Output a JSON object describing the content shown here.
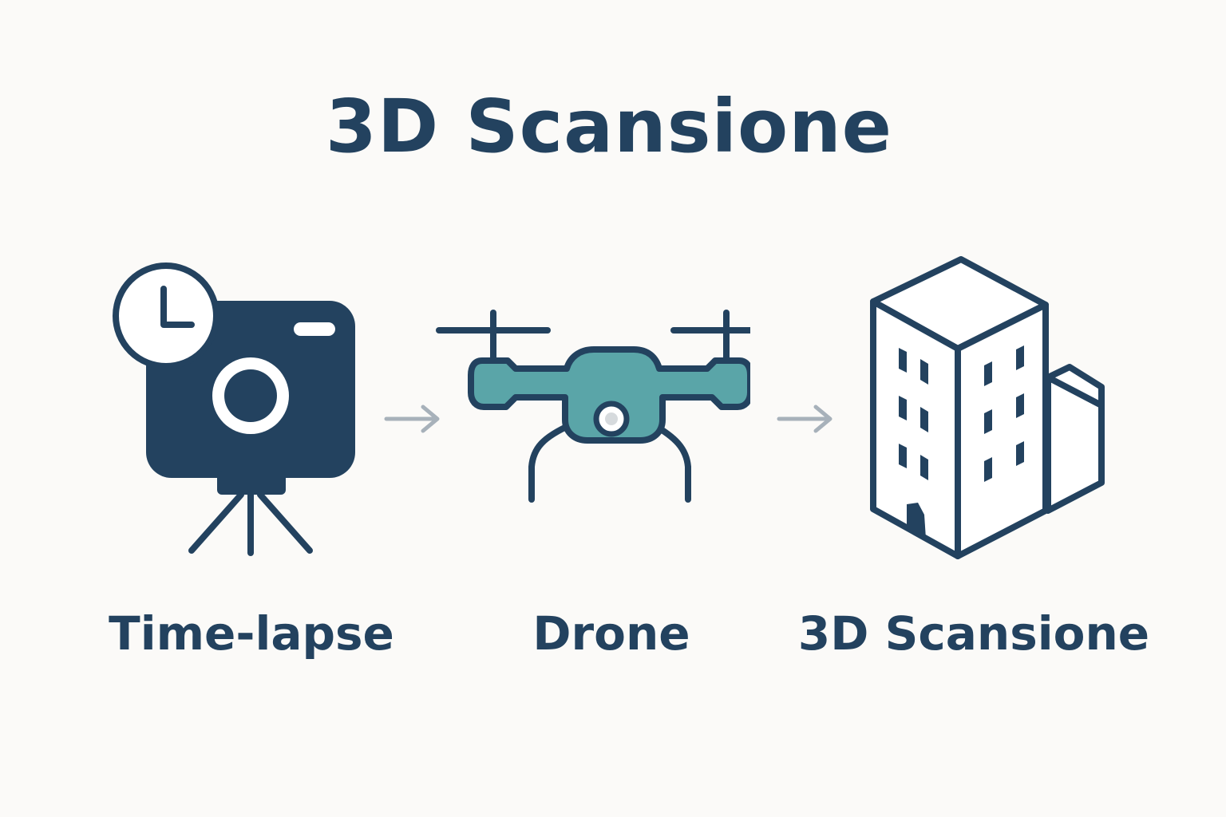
{
  "title": "3D Scansione",
  "steps": [
    {
      "label": "Time-lapse",
      "icon": "timelapse-camera-icon"
    },
    {
      "label": "Drone",
      "icon": "drone-icon"
    },
    {
      "label": "3D Scansione",
      "icon": "3d-building-icon"
    }
  ],
  "connectors": [
    "arrow-right-icon",
    "arrow-right-icon"
  ],
  "colors": {
    "background": "#fbfaf8",
    "navy": "#23425f",
    "teal": "#5aa5a8",
    "arrow": "#a7b1ba"
  }
}
